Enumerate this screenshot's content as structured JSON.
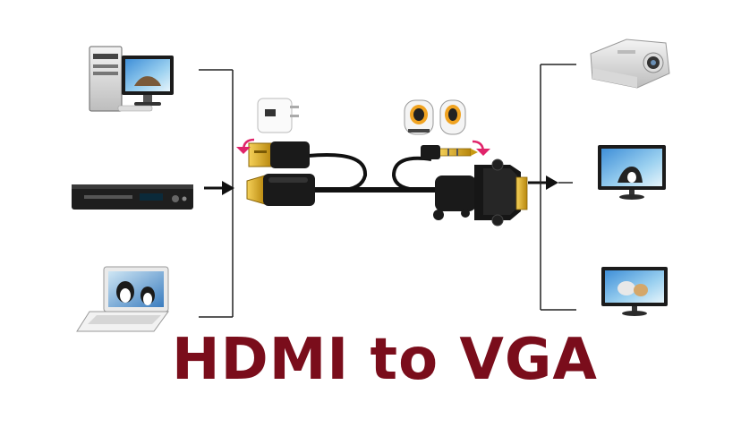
{
  "title": "HDMI to VGA",
  "colors": {
    "title": "#7a0d1b",
    "line": "#222222",
    "cable": "#111111",
    "gold": "#d4a017",
    "return_arrow": "#e0246a"
  },
  "sources": [
    "desktop-computer",
    "dvd-player",
    "laptop"
  ],
  "displays": [
    "projector",
    "monitor",
    "monitor"
  ],
  "accessories": [
    "usb-power-adapter",
    "speakers"
  ]
}
